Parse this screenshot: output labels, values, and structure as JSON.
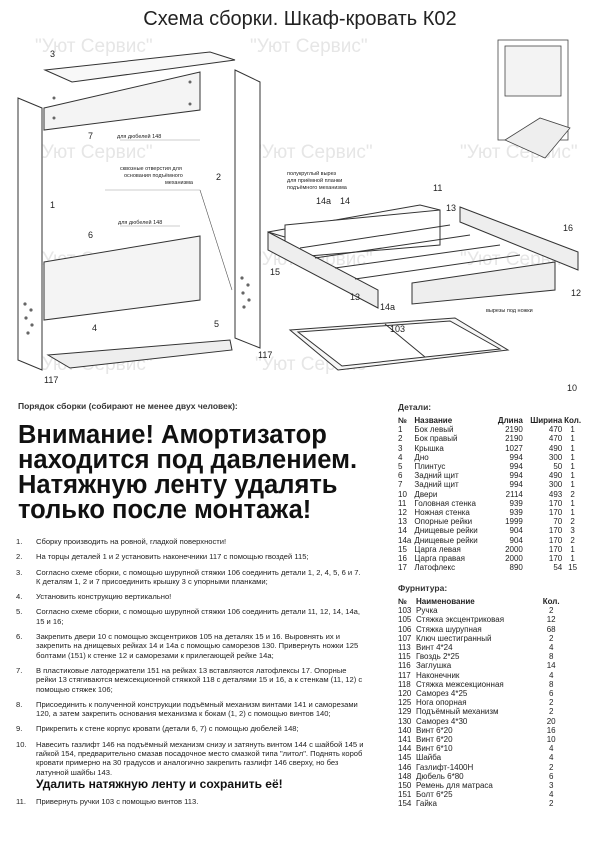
{
  "title": "Схема сборки. Шкаф-кровать К02",
  "watermark": "\"Уют Сервис\"",
  "diagram_labels": {
    "p3": "3",
    "p7": "7",
    "p1": "1",
    "p2": "2",
    "p6": "6",
    "p4": "4",
    "p5": "5",
    "p117a": "117",
    "p117b": "117",
    "dowels_top": "для дюбелей 148",
    "dowels_mid": "для дюбелей 148",
    "holes_l1": "сквозные отверстия для",
    "holes_l2": "основания подъёмного",
    "holes_l3": "механизма",
    "cut_l1": "полукруглый вырез",
    "cut_l2": "для приёмной планки",
    "cut_l3": "подъёмного механизма",
    "p11": "11",
    "p13a": "13",
    "p13b": "13",
    "p14": "14",
    "p14a_a": "14а",
    "p14a_b": "14а",
    "p15": "15",
    "p16": "16",
    "p12": "12",
    "legs_cut": "вырезы под ножки",
    "p103": "103",
    "p10": "10"
  },
  "order_heading": "Порядок сборки (собирают не менее двух человек):",
  "warning": [
    "Внимание! Амортизатор",
    "находится под давлением.",
    "Натяжную ленту удалять",
    "только после монтажа!"
  ],
  "steps": [
    {
      "n": "1.",
      "text": "Сборку производить на ровной, гладкой поверхности!"
    },
    {
      "n": "2.",
      "text": "На торцы деталей 1 и 2 установить наконечники 117 с помощью гвоздей 115;"
    },
    {
      "n": "3.",
      "text": "Согласно схеме сборки, с помощью шурупной стяжки 106 соединить детали 1, 2, 4, 5, 6 и 7. К деталям 1, 2 и 7 присоединить крышку 3 с упорными планками;"
    },
    {
      "n": "4.",
      "text": "Установить конструкцию вертикально!"
    },
    {
      "n": "5.",
      "text": "Согласно схеме сборки, с помощью шурупной стяжки 106 соединить детали 11, 12, 14, 14а, 15 и 16;"
    },
    {
      "n": "6.",
      "text": "Закрепить двери 10 с помощью эксцентриков 105 на деталях 15 и 16. Выровнять их и закрепить на днищевых рейках 14 и 14а с помощью саморезов 130. Привернуть ножки 125 болтами (151) к стенке 12 и саморезами к прилегающей рейке 14а;"
    },
    {
      "n": "7.",
      "text": "В пластиковые латодержатели 151 на рейках 13 вставляются латофлексы 17. Опорные рейки 13 стягиваются межсекционной стяжкой 118 с деталями 15 и 16, а к стенкам (11, 12) с помощью стяжек 106;"
    },
    {
      "n": "8.",
      "text": "Присоединить к полученной конструкции подъёмный механизм винтами 141 и саморезами 120, а затем закрепить основания механизма к бокам (1, 2) с помощью винтов 140;"
    },
    {
      "n": "9.",
      "text": "Прикрепить к стене корпус кровати (детали 6, 7) с помощью дюбелей 148;"
    },
    {
      "n": "10.",
      "text": "Навесить газлифт 146 на подъёмный механизм снизу и затянуть винтом 144 с шайбой 145 и гайкой 154, предварительно смазав посадочное место смазкой типа \"литол\". Поднять короб кровати примерно на 30 градусов и аналогично закрепить газлифт 146 сверху, но без латунной шайбы 143.",
      "emphasis": "Удалить натяжную ленту и сохранить её!"
    },
    {
      "n": "11.",
      "text": "Привернуть ручки 103 с помощью винтов 113."
    }
  ],
  "parts": {
    "title": "Детали:",
    "headers": [
      "№",
      "Название",
      "Длина",
      "Ширина",
      "Кол."
    ],
    "rows": [
      [
        "1",
        "Бок левый",
        "2190",
        "470",
        "1"
      ],
      [
        "2",
        "Бок правый",
        "2190",
        "470",
        "1"
      ],
      [
        "3",
        "Крышка",
        "1027",
        "490",
        "1"
      ],
      [
        "4",
        "Дно",
        "994",
        "300",
        "1"
      ],
      [
        "5",
        "Плинтус",
        "994",
        "50",
        "1"
      ],
      [
        "6",
        "Задний щит",
        "994",
        "490",
        "1"
      ],
      [
        "7",
        "Задний щит",
        "994",
        "300",
        "1"
      ],
      [
        "10",
        "Двери",
        "2114",
        "493",
        "2"
      ],
      [
        "11",
        "Головная стенка",
        "939",
        "170",
        "1"
      ],
      [
        "12",
        "Ножная стенка",
        "939",
        "170",
        "1"
      ],
      [
        "13",
        "Опорные рейки",
        "1999",
        "70",
        "2"
      ],
      [
        "14",
        "Днищевые рейки",
        "904",
        "170",
        "3"
      ],
      [
        "14а",
        "Днищевые рейки",
        "904",
        "170",
        "2"
      ],
      [
        "15",
        "Царга левая",
        "2000",
        "170",
        "1"
      ],
      [
        "16",
        "Царга правая",
        "2000",
        "170",
        "1"
      ],
      [
        "17",
        "Латофлекс",
        "890",
        "54",
        "15"
      ]
    ]
  },
  "hardware": {
    "title": "Фурнитура:",
    "headers": [
      "№",
      "Наименование",
      "Кол."
    ],
    "rows": [
      [
        "103",
        "Ручка",
        "2"
      ],
      [
        "105",
        "Стяжка эксцентриковая",
        "12"
      ],
      [
        "106",
        "Стяжка шурупная",
        "68"
      ],
      [
        "107",
        "Ключ шестигранный",
        "2"
      ],
      [
        "113",
        "Винт 4*24",
        "4"
      ],
      [
        "115",
        "Гвоздь 2*25",
        "8"
      ],
      [
        "116",
        "Заглушка",
        "14"
      ],
      [
        "117",
        "Наконечник",
        "4"
      ],
      [
        "118",
        "Стяжка межсекционная",
        "8"
      ],
      [
        "120",
        "Саморез 4*25",
        "6"
      ],
      [
        "125",
        "Нога опорная",
        "2"
      ],
      [
        "129",
        "Подъёмный механизм",
        "2"
      ],
      [
        "130",
        "Саморез 4*30",
        "20"
      ],
      [
        "140",
        "Винт 6*20",
        "16"
      ],
      [
        "141",
        "Винт 6*20",
        "10"
      ],
      [
        "144",
        "Винт 6*10",
        "4"
      ],
      [
        "145",
        "Шайба",
        "4"
      ],
      [
        "146",
        "Газлифт-1400Н",
        "2"
      ],
      [
        "148",
        "Дюбель 6*80",
        "6"
      ],
      [
        "150",
        "Ремень для матраса",
        "3"
      ],
      [
        "151",
        "Болт 6*25",
        "4"
      ],
      [
        "154",
        "Гайка",
        "2"
      ]
    ]
  }
}
